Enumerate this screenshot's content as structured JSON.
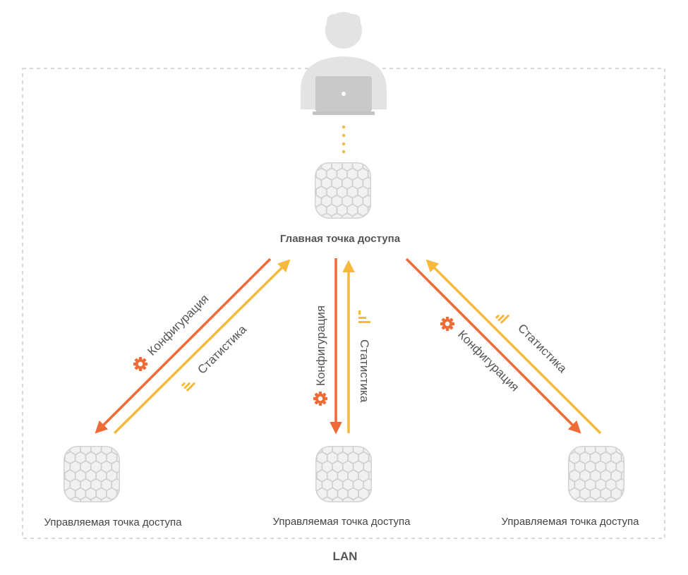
{
  "main_ap": {
    "label": "Главная точка доступа"
  },
  "managed_aps": [
    {
      "label": "Управляемая точка доступа"
    },
    {
      "label": "Управляемая точка доступа"
    },
    {
      "label": "Управляемая точка доступа"
    }
  ],
  "flows": {
    "config_label": "Конфигурация",
    "stats_label": "Статистика"
  },
  "network": {
    "label": "LAN"
  },
  "icons": {
    "user": "user-with-laptop-icon",
    "access_point": "access-point-icon",
    "config": "gear-icon",
    "stats": "bar-chart-icon"
  },
  "colors": {
    "config_arrow": "#ef6a35",
    "stats_arrow": "#f6b93b",
    "dotted_link": "#f6b93b",
    "lan_border": "#cccccc"
  }
}
